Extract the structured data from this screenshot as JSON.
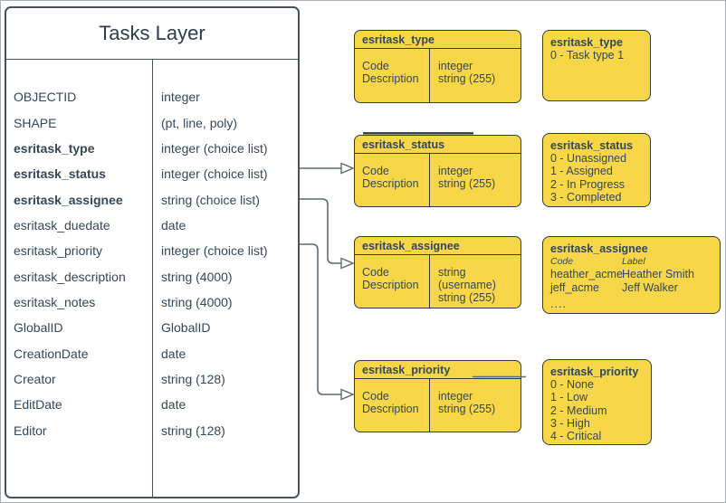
{
  "colors": {
    "box_yellow": "#F7D747",
    "box_border": "#2F3B4C",
    "ink": "#33475B",
    "connector": "#5F6A76"
  },
  "tasks_layer": {
    "title": "Tasks Layer",
    "fields": [
      {
        "name": "OBJECTID",
        "type": "integer",
        "bold": false
      },
      {
        "name": "SHAPE",
        "type": "(pt, line, poly)",
        "bold": false
      },
      {
        "name": "esritask_type",
        "type": "integer (choice list)",
        "bold": true
      },
      {
        "name": "esritask_status",
        "type": "integer (choice list)",
        "bold": true
      },
      {
        "name": "esritask_assignee",
        "type": "string (choice list)",
        "bold": true
      },
      {
        "name": "esritask_duedate",
        "type": "date",
        "bold": false
      },
      {
        "name": "esritask_priority",
        "type": "integer (choice list)",
        "bold": false
      },
      {
        "name": "esritask_description",
        "type": "string (4000)",
        "bold": false
      },
      {
        "name": "esritask_notes",
        "type": "string (4000)",
        "bold": false
      },
      {
        "name": "GlobalID",
        "type": "GlobalID",
        "bold": false
      },
      {
        "name": "CreationDate",
        "type": "date",
        "bold": false
      },
      {
        "name": "Creator",
        "type": "string (128)",
        "bold": false
      },
      {
        "name": "EditDate",
        "type": "date",
        "bold": false
      },
      {
        "name": "Editor",
        "type": "string (128)",
        "bold": false
      }
    ]
  },
  "definition_boxes": {
    "type": {
      "title": "esritask_type",
      "code_label": "Code",
      "desc_label": "Description",
      "code_type": "integer",
      "desc_type": "string (255)"
    },
    "status": {
      "title": "esritask_status",
      "code_label": "Code",
      "desc_label": "Description",
      "code_type": "integer",
      "desc_type": "string (255)"
    },
    "assignee": {
      "title": "esritask_assignee",
      "code_label": "Code",
      "desc_label": "Description",
      "code_type": "string (username)",
      "desc_type": "string (255)"
    },
    "priority": {
      "title": "esritask_priority",
      "code_label": "Code",
      "desc_label": "Description",
      "code_type": "integer",
      "desc_type": "string (255)"
    }
  },
  "value_boxes": {
    "type": {
      "title": "esritask_type",
      "items": [
        "0 - Task type 1"
      ]
    },
    "status": {
      "title": "esritask_status",
      "items": [
        "0 - Unassigned",
        "1 - Assigned",
        "2 - In Progress",
        "3 - Completed"
      ]
    },
    "assignee": {
      "title": "esritask_assignee",
      "col_code": "Code",
      "col_label": "Label",
      "rows": [
        {
          "code": "heather_acme",
          "label": "Heather Smith"
        },
        {
          "code": "jeff_acme",
          "label": "Jeff Walker"
        }
      ],
      "ellipsis": "...."
    },
    "priority": {
      "title": "esritask_priority",
      "items": [
        "0 - None",
        "1 - Low",
        "2 - Medium",
        "3 - High",
        "4 - Critical"
      ]
    }
  }
}
